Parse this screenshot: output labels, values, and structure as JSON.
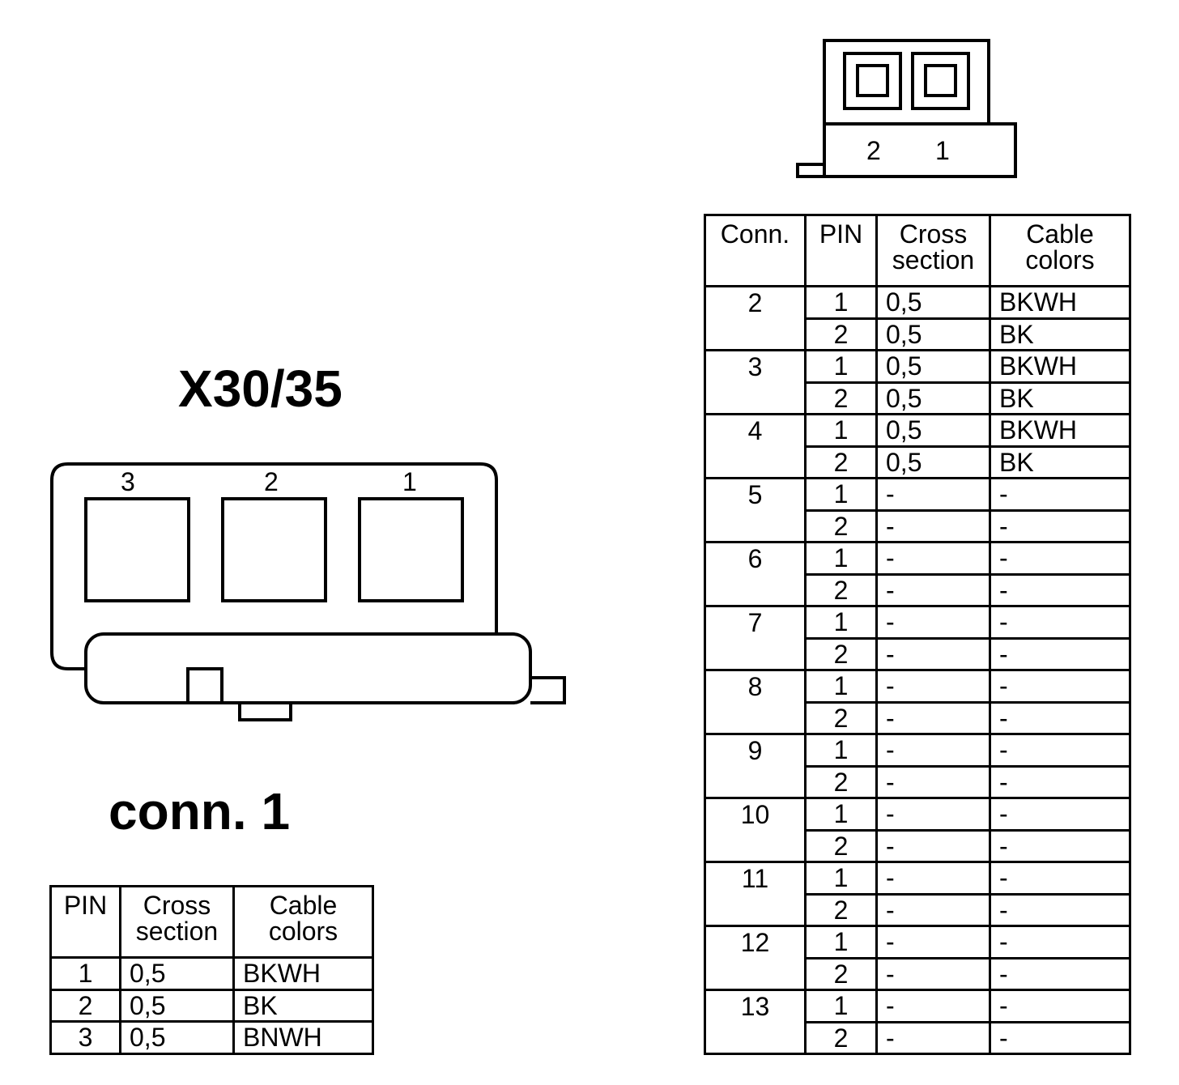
{
  "main_connector": {
    "title": "X30/35",
    "pin_numbers": [
      "3",
      "2",
      "1"
    ]
  },
  "small_connector": {
    "pin_numbers": [
      "2",
      "1"
    ]
  },
  "conn1": {
    "label": "conn. 1",
    "headers": {
      "pin": "PIN",
      "cross_1": "Cross",
      "cross_2": "section",
      "color_1": "Cable",
      "color_2": "colors"
    },
    "rows": [
      {
        "pin": "1",
        "cross": "0,5",
        "color": "BKWH"
      },
      {
        "pin": "2",
        "cross": "0,5",
        "color": "BK"
      },
      {
        "pin": "3",
        "cross": "0,5",
        "color": "BNWH"
      }
    ]
  },
  "conn_table": {
    "headers": {
      "conn": "Conn.",
      "pin": "PIN",
      "cross_1": "Cross",
      "cross_2": "section",
      "color_1": "Cable",
      "color_2": "colors"
    },
    "groups": [
      {
        "conn": "2",
        "rows": [
          {
            "pin": "1",
            "cross": "0,5",
            "color": "BKWH"
          },
          {
            "pin": "2",
            "cross": "0,5",
            "color": "BK"
          }
        ]
      },
      {
        "conn": "3",
        "rows": [
          {
            "pin": "1",
            "cross": "0,5",
            "color": "BKWH"
          },
          {
            "pin": "2",
            "cross": "0,5",
            "color": "BK"
          }
        ]
      },
      {
        "conn": "4",
        "rows": [
          {
            "pin": "1",
            "cross": "0,5",
            "color": "BKWH"
          },
          {
            "pin": "2",
            "cross": "0,5",
            "color": "BK"
          }
        ]
      },
      {
        "conn": "5",
        "rows": [
          {
            "pin": "1",
            "cross": "-",
            "color": "-"
          },
          {
            "pin": "2",
            "cross": "-",
            "color": "-"
          }
        ]
      },
      {
        "conn": "6",
        "rows": [
          {
            "pin": "1",
            "cross": "-",
            "color": "-"
          },
          {
            "pin": "2",
            "cross": "-",
            "color": "-"
          }
        ]
      },
      {
        "conn": "7",
        "rows": [
          {
            "pin": "1",
            "cross": "-",
            "color": "-"
          },
          {
            "pin": "2",
            "cross": "-",
            "color": "-"
          }
        ]
      },
      {
        "conn": "8",
        "rows": [
          {
            "pin": "1",
            "cross": "-",
            "color": "-"
          },
          {
            "pin": "2",
            "cross": "-",
            "color": "-"
          }
        ]
      },
      {
        "conn": "9",
        "rows": [
          {
            "pin": "1",
            "cross": "-",
            "color": "-"
          },
          {
            "pin": "2",
            "cross": "-",
            "color": "-"
          }
        ]
      },
      {
        "conn": "10",
        "rows": [
          {
            "pin": "1",
            "cross": "-",
            "color": "-"
          },
          {
            "pin": "2",
            "cross": "-",
            "color": "-"
          }
        ]
      },
      {
        "conn": "11",
        "rows": [
          {
            "pin": "1",
            "cross": "-",
            "color": "-"
          },
          {
            "pin": "2",
            "cross": "-",
            "color": "-"
          }
        ]
      },
      {
        "conn": "12",
        "rows": [
          {
            "pin": "1",
            "cross": "-",
            "color": "-"
          },
          {
            "pin": "2",
            "cross": "-",
            "color": "-"
          }
        ]
      },
      {
        "conn": "13",
        "rows": [
          {
            "pin": "1",
            "cross": "-",
            "color": "-"
          },
          {
            "pin": "2",
            "cross": "-",
            "color": "-"
          }
        ]
      }
    ]
  }
}
